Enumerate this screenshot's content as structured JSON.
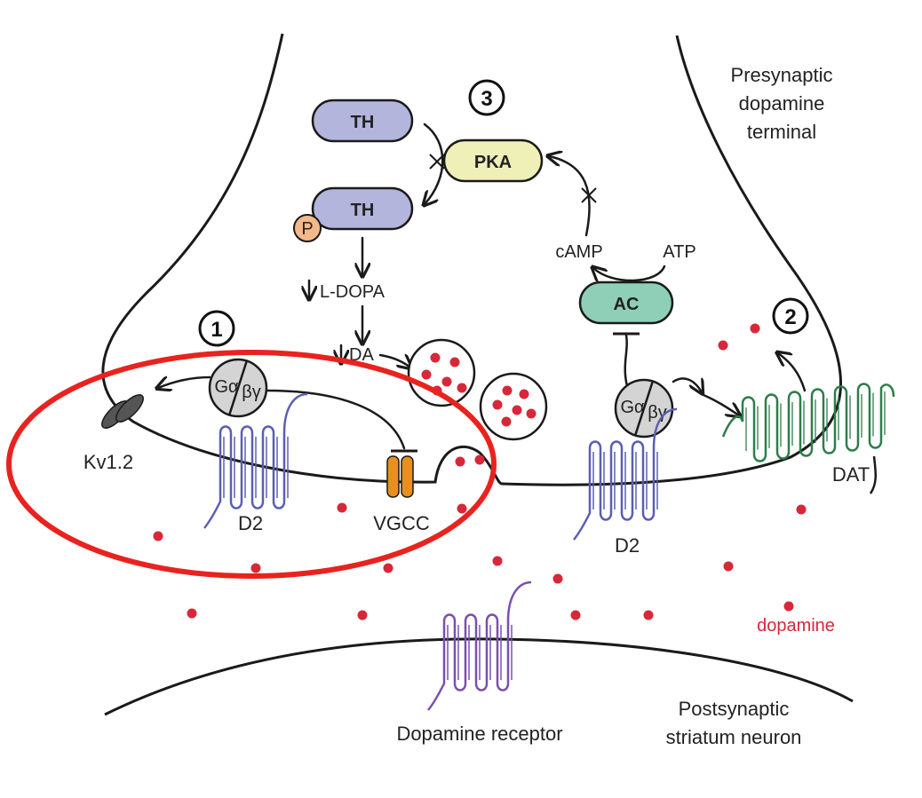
{
  "labels": {
    "presynaptic_line1": "Presynaptic",
    "presynaptic_line2": "dopamine",
    "presynaptic_line3": "terminal",
    "postsynaptic_line1": "Postsynaptic",
    "postsynaptic_line2": "striatum neuron",
    "dopamine": "dopamine",
    "dopamine_receptor": "Dopamine receptor",
    "kv12": "Kv1.2",
    "d2_left": "D2",
    "d2_right": "D2",
    "vgcc": "VGCC",
    "dat": "DAT",
    "th_top": "TH",
    "th_bottom": "TH",
    "phospho": "P",
    "pka": "PKA",
    "camp": "cAMP",
    "atp": "ATP",
    "ac": "AC",
    "ldopa": "L-DOPA",
    "da": "DA",
    "galpha": "Gα",
    "gbetagamma": "βγ",
    "step1": "1",
    "step2": "2",
    "step3": "3"
  },
  "colors": {
    "membrane": "#1a1a1a",
    "dopamine_dot": "#d7283a",
    "highlight_ellipse": "#e8231f",
    "th_fill": "#b3b5dd",
    "pka_fill": "#eef0b8",
    "ac_fill": "#8fcfb8",
    "phospho_fill": "#f4b98a",
    "d2_receptor": "#5a5fb0",
    "dat_transporter": "#2e7d4a",
    "postsynaptic_receptor": "#7a4fb0",
    "vgcc_channel": "#e8901e",
    "kv_channel": "#555555",
    "g_protein": "#d4d4d4"
  }
}
